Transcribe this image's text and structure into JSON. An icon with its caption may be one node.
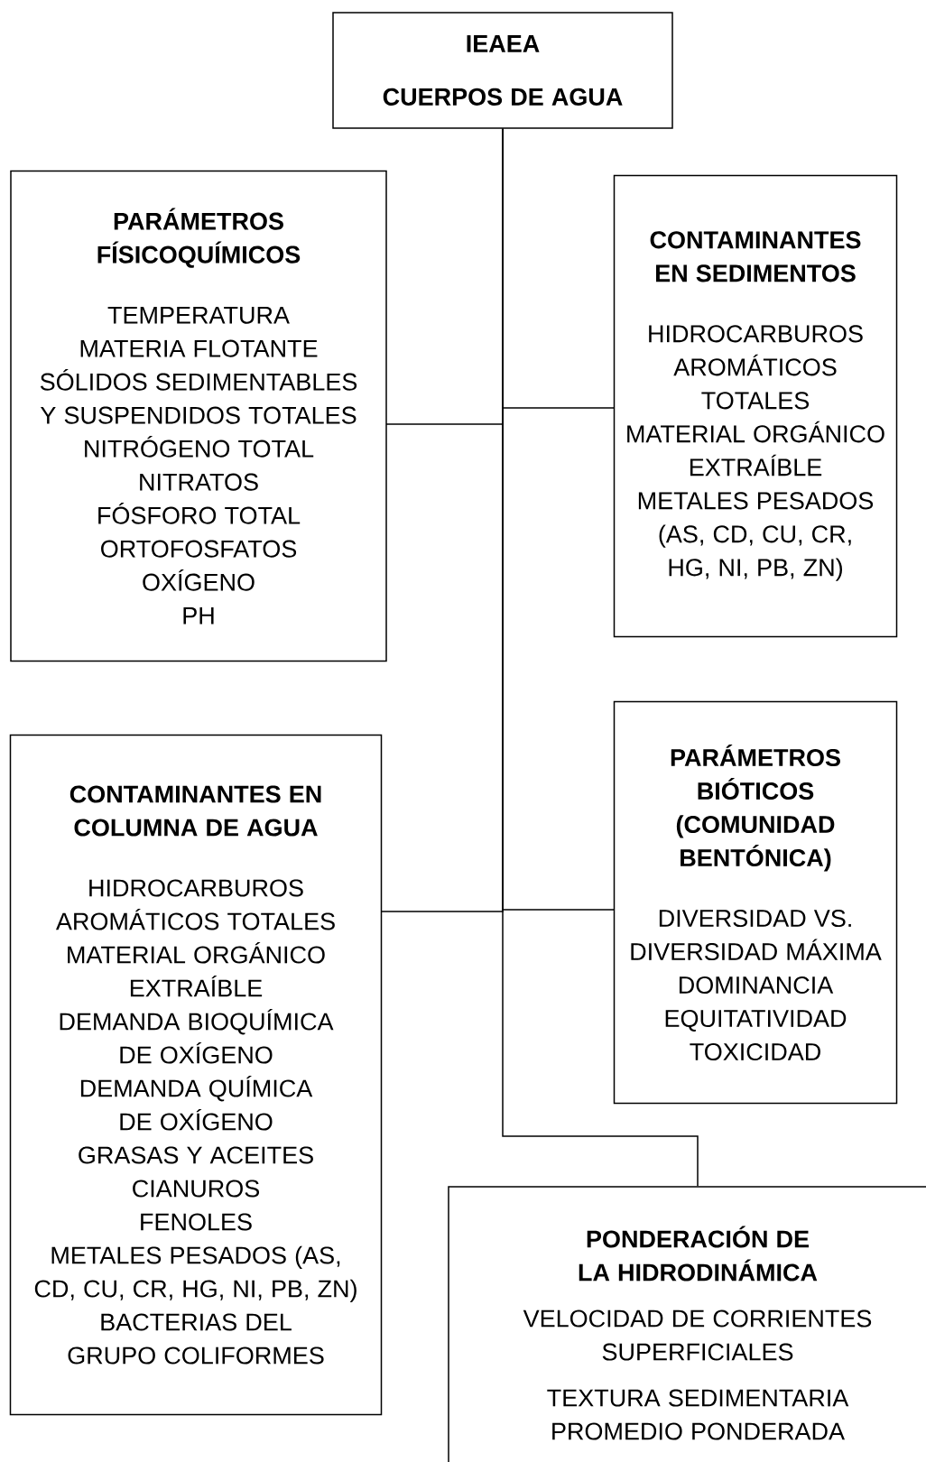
{
  "diagram": {
    "nodes": [
      {
        "text": [
          "IEAEA",
          "CUERPOS DE AGUA"
        ]
      },
      {
        "text": [
          "PARÁMETROS FÍSICOQUÍMICOS",
          "TEMPERATURA",
          "MATERIA FLOTANTE",
          "SÓLIDOS SEDIMENTABLES Y SUSPENDIDOS TOTALES",
          "NITRÓGENO TOTAL",
          "NITRATOS",
          "FÓSFORO TOTAL",
          "ORTOFOSFATOS",
          "OXÍGENO",
          "PH"
        ]
      },
      {
        "text": [
          "CONTAMINANTES EN SEDIMENTOS",
          "HIDROCARBUROS AROMÁTICOS TOTALES",
          "MATERIAL ORGÁNICO EXTRAÍBLE",
          "METALES PESADOS (AS, CD, CU, CR, HG, NI, PB, ZN)"
        ]
      },
      {
        "text": [
          "CONTAMINANTES EN COLUMNA DE AGUA",
          "HIDROCARBUROS AROMÁTICOS TOTALES",
          "MATERIAL ORGÁNICO EXTRAÍBLE",
          "DEMANDA BIOQUÍMICA DE OXÍGENO",
          "DEMANDA QUÍMICA DE OXÍGENO",
          "GRASAS Y ACEITES",
          "CIANUROS",
          "FENOLES",
          "METALES PESADOS (AS, CD, CU, CR, HG, NI, PB, ZN)",
          "BACTERIAS DEL GRUPO COLIFORMES"
        ]
      },
      {
        "text": [
          "PARÁMETROS BIÓTICOS (COMUNIDAD BENTÓNICA)",
          "DIVERSIDAD VS. DIVERSIDAD MÁXIMA",
          "DOMINANCIA",
          "EQUITATIVIDAD",
          "TOXICIDAD"
        ]
      },
      {
        "text": [
          "PONDERACIÓN DE LA HIDRODINÁMICA",
          "VELOCIDAD DE CORRIENTES SUPERFICIALES",
          "TEXTURA SEDIMENTARIA PROMEDIO PONDERADA"
        ]
      }
    ],
    "edges": [
      {
        "from": 0,
        "to": 1,
        "arrow": "none"
      },
      {
        "from": 0,
        "to": 2,
        "arrow": "none"
      },
      {
        "from": 0,
        "to": 3,
        "arrow": "none"
      },
      {
        "from": 0,
        "to": 4,
        "arrow": "none"
      },
      {
        "from": 0,
        "to": 5,
        "arrow": "none"
      }
    ]
  }
}
